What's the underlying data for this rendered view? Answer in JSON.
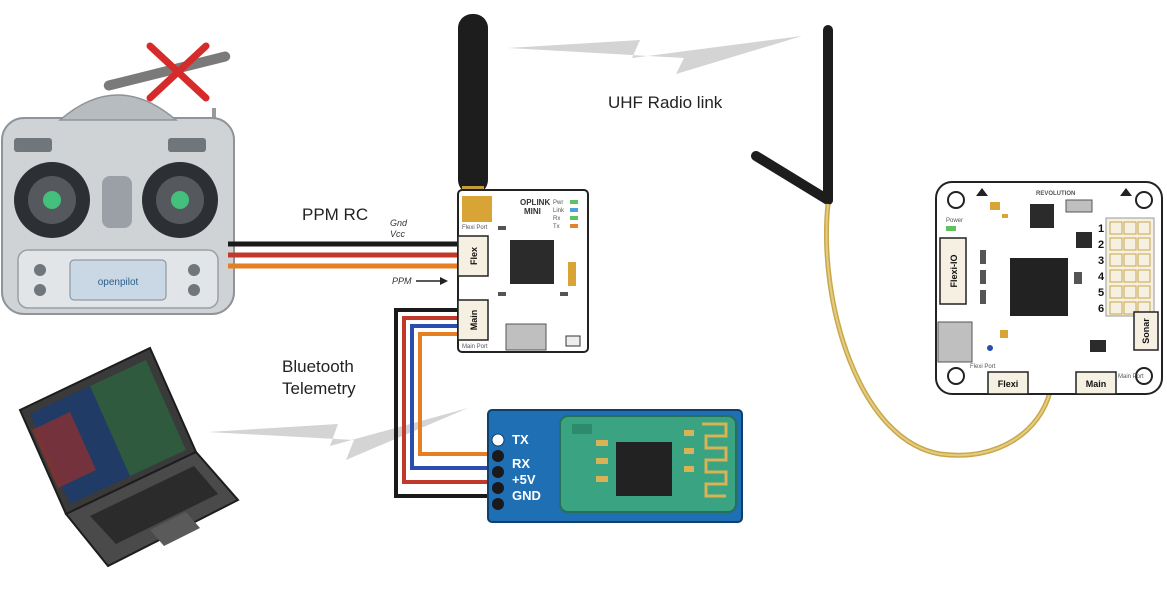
{
  "labels": {
    "uhf_radio_link": "UHF Radio link",
    "ppm_rc": "PPM RC",
    "bluetooth_line1": "Bluetooth",
    "bluetooth_line2": "Telemetry",
    "gnd_wire": "Gnd",
    "vcc_wire": "Vcc",
    "ppm_wire": "PPM"
  },
  "oplink": {
    "name_line1": "OPLINK",
    "name_line2": "MINI",
    "flex_port": "Flex",
    "main_port": "Main",
    "flexi_port_small": "Flexi Port",
    "main_port_small": "Main Port",
    "leds": [
      "Pwr",
      "Link",
      "Rx",
      "Tx"
    ]
  },
  "bluetooth_module": {
    "pins": [
      "TX",
      "RX",
      "+5V",
      "GND"
    ]
  },
  "revolution": {
    "name": "REVOLUTION",
    "flexi_io": "Flexi-IO",
    "flexi": "Flexi",
    "main": "Main",
    "sonar": "Sonar",
    "power": "Power",
    "flexi_port_small": "Flexi Port",
    "main_port_small": "Main Port",
    "channels": [
      "1",
      "2",
      "3",
      "4",
      "5",
      "6"
    ]
  },
  "transmitter": {
    "brand": "openpilot"
  },
  "colors": {
    "wire_black": "#1a1a1a",
    "wire_red": "#c0392b",
    "wire_orange": "#e67e22",
    "wire_blue": "#2a4db0",
    "cross_red": "#d62b2b",
    "coax_gold": "#c8a84a",
    "module_blue": "#1f6fb5",
    "pcb_green": "#3aa381"
  }
}
